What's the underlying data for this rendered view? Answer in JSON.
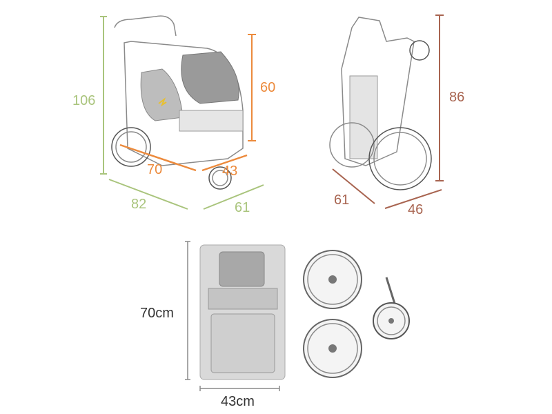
{
  "colors": {
    "green": "#a9c47c",
    "orange": "#ec8a3c",
    "brown": "#a86450",
    "gray": "#8a8a8a"
  },
  "stroller_view": {
    "height_total": "106",
    "height_cabin": "60",
    "cabin_length": "70",
    "cabin_width": "43",
    "length_total": "82",
    "width_total": "61"
  },
  "folded_view": {
    "height": "86",
    "depth": "61",
    "width": "46"
  },
  "cabin_view": {
    "height": "70cm",
    "width": "43cm"
  }
}
